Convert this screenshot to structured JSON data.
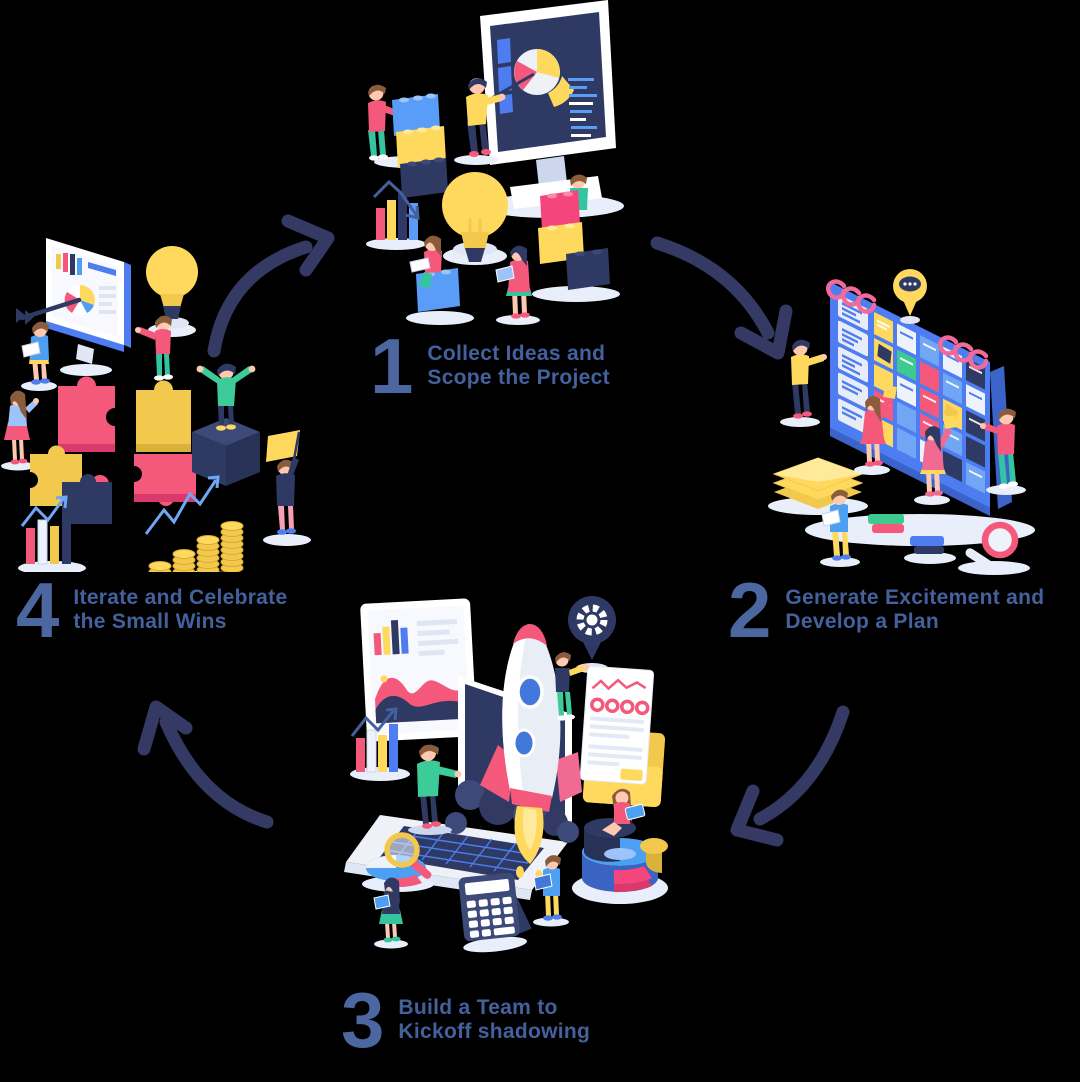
{
  "steps": [
    {
      "number": "1",
      "line1": "Collect Ideas and",
      "line2": "Scope the Project",
      "scene": "team presenting pie-chart on monitor, lego blocks, lightbulb, bar chart"
    },
    {
      "number": "2",
      "line1": "Generate Excitement and",
      "line2": "Develop a Plan",
      "scene": "team pinning sticky notes on large planning board, papers, books, magnifier"
    },
    {
      "number": "3",
      "line1": "Build a Team to",
      "line2": "Kickoff shadowing",
      "scene": "rocket launching from laptop, dashboards, 3d pie chart, calculator, team"
    },
    {
      "number": "4",
      "line1": "Iterate and Celebrate",
      "line2": "the Small Wins",
      "scene": "team celebrating on puzzle pieces and blocks, coin stacks, target monitor, lightbulb"
    }
  ],
  "palette": {
    "background": "#000000",
    "label_text": "#44619e",
    "step_number": "#4c67a0",
    "arrow": "#343a63",
    "navy": "#2e3a63",
    "blue": "#4d7df0",
    "sky_blue": "#5a9df8",
    "light_blue": "#9cc3fa",
    "yellow": "#ffd95e",
    "gold": "#f2c94c",
    "pink": "#f4587a",
    "magenta": "#f4457c",
    "green": "#3ecb9a",
    "shadow": "#e9eefb",
    "white": "#ffffff"
  }
}
